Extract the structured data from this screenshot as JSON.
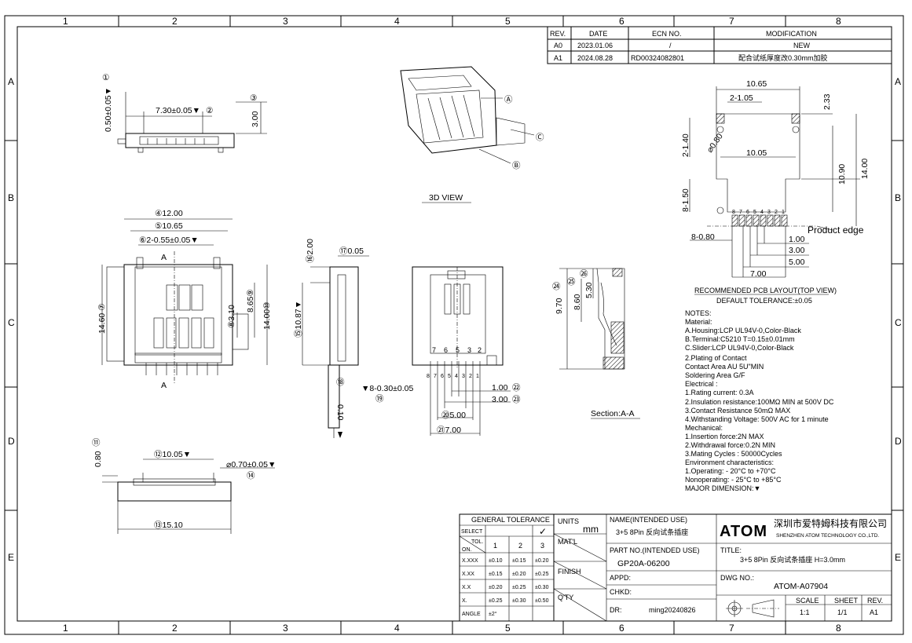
{
  "grid": {
    "columns": [
      "1",
      "2",
      "3",
      "4",
      "5",
      "6",
      "7",
      "8"
    ],
    "rows": [
      "A",
      "B",
      "C",
      "D",
      "E"
    ]
  },
  "revision_table": {
    "headers": [
      "REV.",
      "DATE",
      "ECN NO.",
      "MODIFICATION"
    ],
    "rows": [
      [
        "A0",
        "2023.01.06",
        "/",
        "NEW"
      ],
      [
        "A1",
        "2024.08.28",
        "RD00324082801",
        "配合试纸厚度改0.30mm加胶"
      ]
    ]
  },
  "top_view": {
    "dims": [
      "0.50±0.05▼",
      "7.30±0.05▼",
      "3.00"
    ],
    "callouts": [
      "①",
      "②",
      "③"
    ]
  },
  "view_3d": {
    "label": "3D VIEW",
    "callouts": [
      "Ⓐ",
      "Ⓑ",
      "Ⓒ"
    ]
  },
  "front_view": {
    "dims": [
      "④12.00",
      "⑤10.65",
      "⑥2-0.55±0.05▼",
      "14.60 ⑦",
      "⑧3.10",
      "8.65⑨",
      "14.00⑩"
    ],
    "section_mark": "A"
  },
  "side_view": {
    "dims": [
      "⑯2.00",
      "⑰0.05",
      "⑮10.87▼",
      "⑱",
      "0.10"
    ]
  },
  "mid_view": {
    "pin_labels_top": [
      "7",
      "6",
      "5",
      "3",
      "2"
    ],
    "pin_labels_bottom": [
      "8",
      "7",
      "6",
      "5",
      "4",
      "3",
      "2",
      "1"
    ],
    "dims": [
      "▼8-0.30±0.05",
      "⑲",
      "1.00",
      "㉒",
      "3.00",
      "㉓",
      "⑳5.00",
      "㉑7.00"
    ]
  },
  "section_view": {
    "dims": [
      "㉔",
      "9.70",
      "㉕",
      "8.60",
      "㉖",
      "5.30"
    ],
    "label": "Section:A-A"
  },
  "bottom_view": {
    "dims": [
      "⑪",
      "0.80",
      "⑫10.05▼",
      "⌀0.70±0.05▼",
      "⑭",
      "⑬15.10"
    ]
  },
  "pcb_layout": {
    "dims": [
      "10.65",
      "2-1.05",
      "2.33",
      "2-1.40",
      "⌀0.80",
      "10.05",
      "10.90",
      "14.00",
      "8-1.50",
      "8-0.80",
      "1.00",
      "3.00",
      "5.00",
      "7.00"
    ],
    "pin_numbers": [
      "8",
      "7",
      "6",
      "5",
      "4",
      "3",
      "2",
      "1"
    ],
    "product_edge": "Product edge",
    "title": "RECOMMENDED PCB LAYOUT(TOP VIEW)",
    "tolerance": "DEFAULT TOLERANCE:±0.05"
  },
  "notes": [
    "NOTES:",
    "Material:",
    "  A.Housing:LCP UL94V-0,Color-Black",
    "  B.Terminal:C5210  T=0.15±0.01mm",
    "  C.Slider:LCP UL94V-0,Color-Black",
    "2.Plating of Contact",
    "   Contact Area AU 5U\"MIN",
    "   Soldering Area G/F",
    "Electrical :",
    "  1.Rating current: 0.3A",
    "  2.Insulation resistance:100MΩ MIN at 500V DC",
    "  3.Contact Resistance 50mΩ MAX",
    "  4.Withstanding Voltage: 500V AC for 1 minute",
    "Mechanical:",
    "  1.Insertion force:2N MAX",
    "  2.Withdrawal force:0.2N MIN",
    "  3.Mating Cycles : 50000Cycles",
    "Environment characteristics:",
    "  1.Operating: - 20°C to +70°C",
    "     Nonoperating: - 25°C to +85°C",
    "MAJOR DIMENSION:▼"
  ],
  "tolerance_table": {
    "title": "GENERAL TOLERANCE",
    "select": "SELECT",
    "check": "✓",
    "tol": "TOL.",
    "on": "ON.",
    "cols": [
      "1",
      "2",
      "3"
    ],
    "rows": [
      [
        "X.XXX",
        "±0.10",
        "±0.15",
        "±0.20"
      ],
      [
        "X.XX",
        "±0.15",
        "±0.20",
        "±0.25"
      ],
      [
        "X.X",
        "±0.20",
        "±0.25",
        "±0.30"
      ],
      [
        "X.",
        "±0.25",
        "±0.30",
        "±0.50"
      ],
      [
        "ANGLE",
        "±2°",
        "",
        ""
      ]
    ]
  },
  "title_block": {
    "units_label": "UNITS",
    "units_value": "mm",
    "matl": "MAT'L",
    "finish": "FINISH",
    "qty": "Q'TY",
    "name_label": "NAME(INTENDED USE)",
    "name_value": "3+5 8Pin 反向试条插座",
    "company_logo": "ATOM",
    "company_cn": "深圳市爱特姆科技有限公司",
    "company_en": "SHENZHEN ATOM TECHNOLOGY CO.,LTD.",
    "part_label": "PART NO.(INTENDED USE)",
    "part_value": "GP20A-06200",
    "title_label": "TITLE:",
    "title_value": "3+5 8Pin 反向试条插座 H=3.0mm",
    "appd": "APPD:",
    "dwg_label": "DWG NO.:",
    "dwg_value": "ATOM-A07904",
    "chkd": "CHKD:",
    "scale_label": "SCALE",
    "scale_value": "1:1",
    "sheet_label": "SHEET",
    "sheet_value": "1/1",
    "rev_label": "REV.",
    "rev_value": "A1",
    "dr_label": "DR:",
    "dr_value": "ming20240826"
  }
}
